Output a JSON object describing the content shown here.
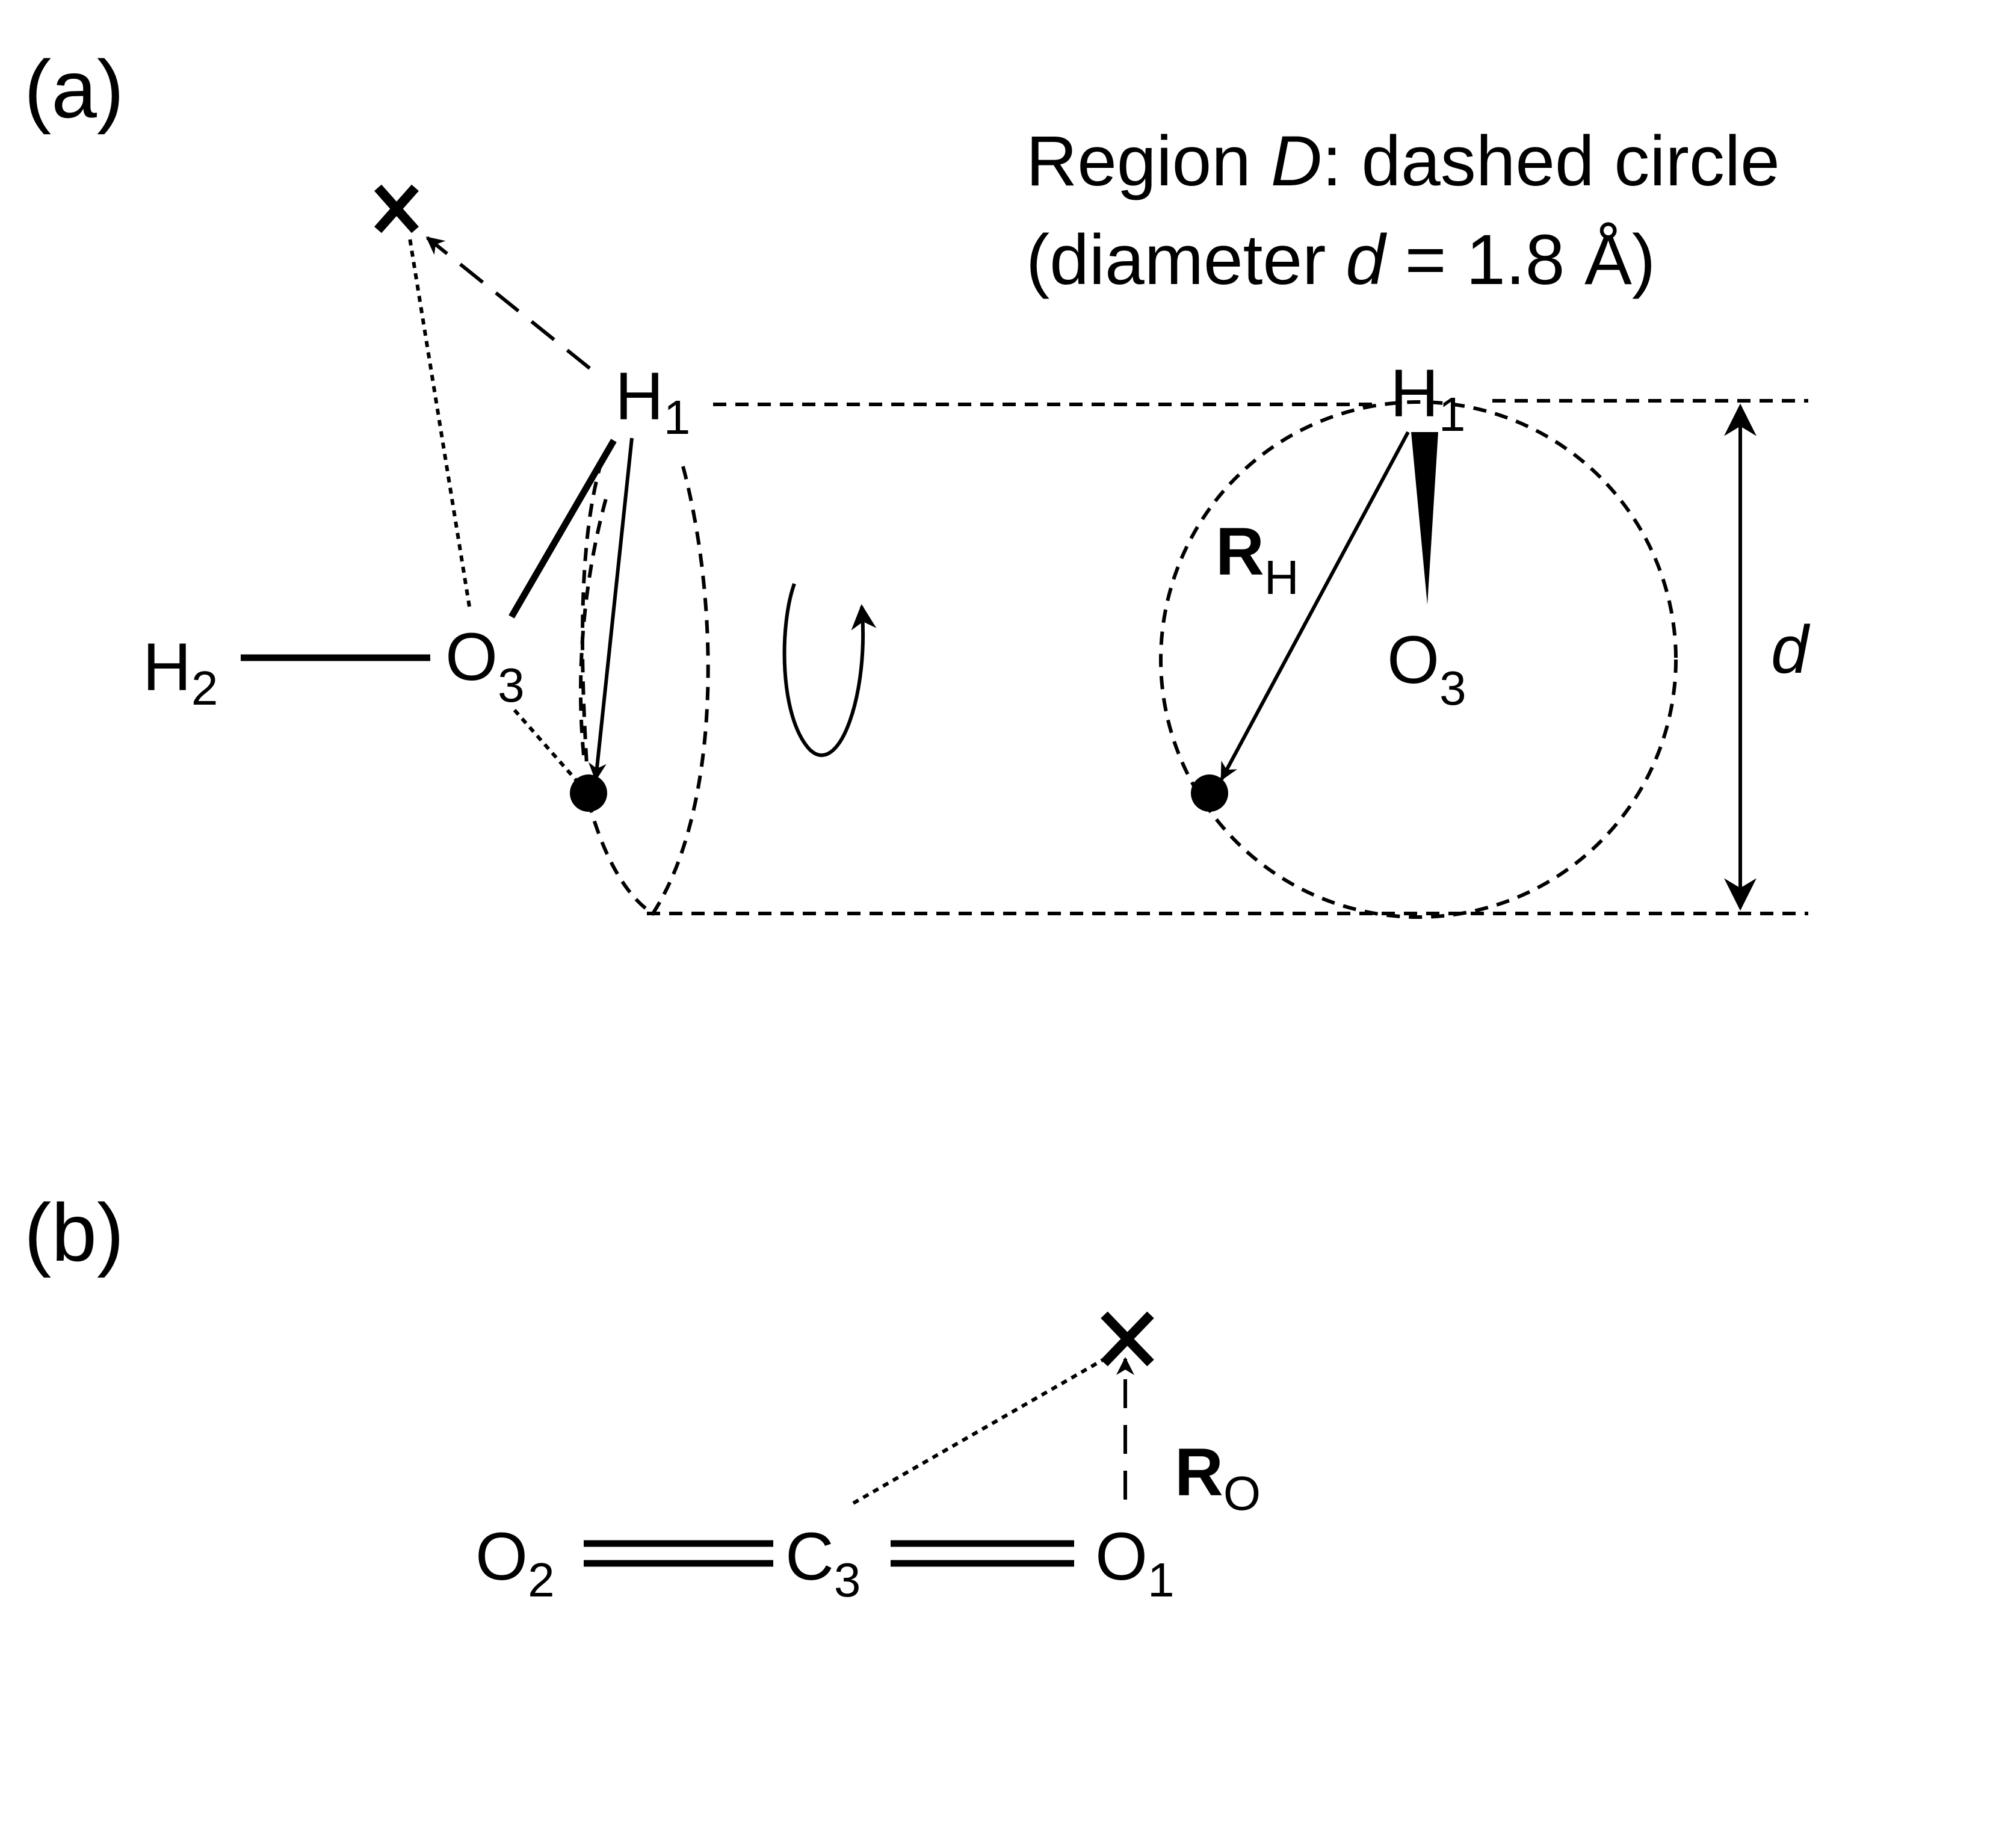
{
  "panels": {
    "a": {
      "label": "(a)"
    },
    "b": {
      "label": "(b)"
    }
  },
  "region_note": {
    "line1_a": "Region ",
    "line1_b": "D",
    "line1_c": ": dashed circle",
    "line2_a": "(diameter ",
    "line2_b": "d",
    "line2_c": " = 1.8 Å)"
  },
  "atoms_a": {
    "h2": {
      "base": "H",
      "sub": "2"
    },
    "o3_left": {
      "base": "O",
      "sub": "3"
    },
    "h1_left": {
      "base": "H",
      "sub": "1"
    },
    "h1_right": {
      "base": "H",
      "sub": "1"
    },
    "o3_right": {
      "base": "O",
      "sub": "3"
    }
  },
  "vector_rh": {
    "base": "R",
    "sub": "H"
  },
  "dimension_d": "d",
  "atoms_b": {
    "o2": {
      "base": "O",
      "sub": "2"
    },
    "c3": {
      "base": "C",
      "sub": "3"
    },
    "o1": {
      "base": "O",
      "sub": "1"
    }
  },
  "vector_ro": {
    "base": "R",
    "sub": "O"
  }
}
